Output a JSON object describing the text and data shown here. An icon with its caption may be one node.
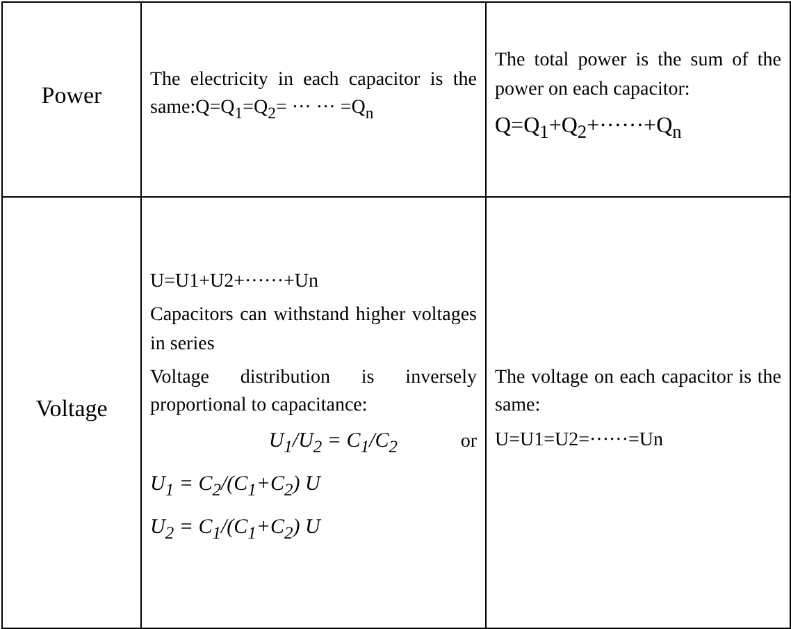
{
  "diagram": {
    "labels": [
      "Power",
      "The electricity in each capacitor is the same:Q=Q$_{1}$=Q$_{2}$= ··· ··· =Q$_{n}$",
      "The total power is the sum of the power on each capacitor:",
      "Q=Q$_{1}$+Q$_{2}$+······+Q$_{n}$",
      "Voltage",
      "U=U1+U2+······+Un",
      "Capacitors can withstand higher voltages in series",
      "Voltage distribution is inversely proportional to capacitance:",
      "U$_{1}$/U$_{2}$ = C$_{1}$/C$_{2}$",
      "or",
      "U$_{1}$ = C$_{2}$/(C$_{1}$+C$_{2}$) U",
      "U$_{2}$ = C$_{1}$/(C$_{1}$+C$_{2}$) U",
      "The voltage on each capacitor is the same:",
      "U=U1=U2=······=Un"
    ]
  }
}
